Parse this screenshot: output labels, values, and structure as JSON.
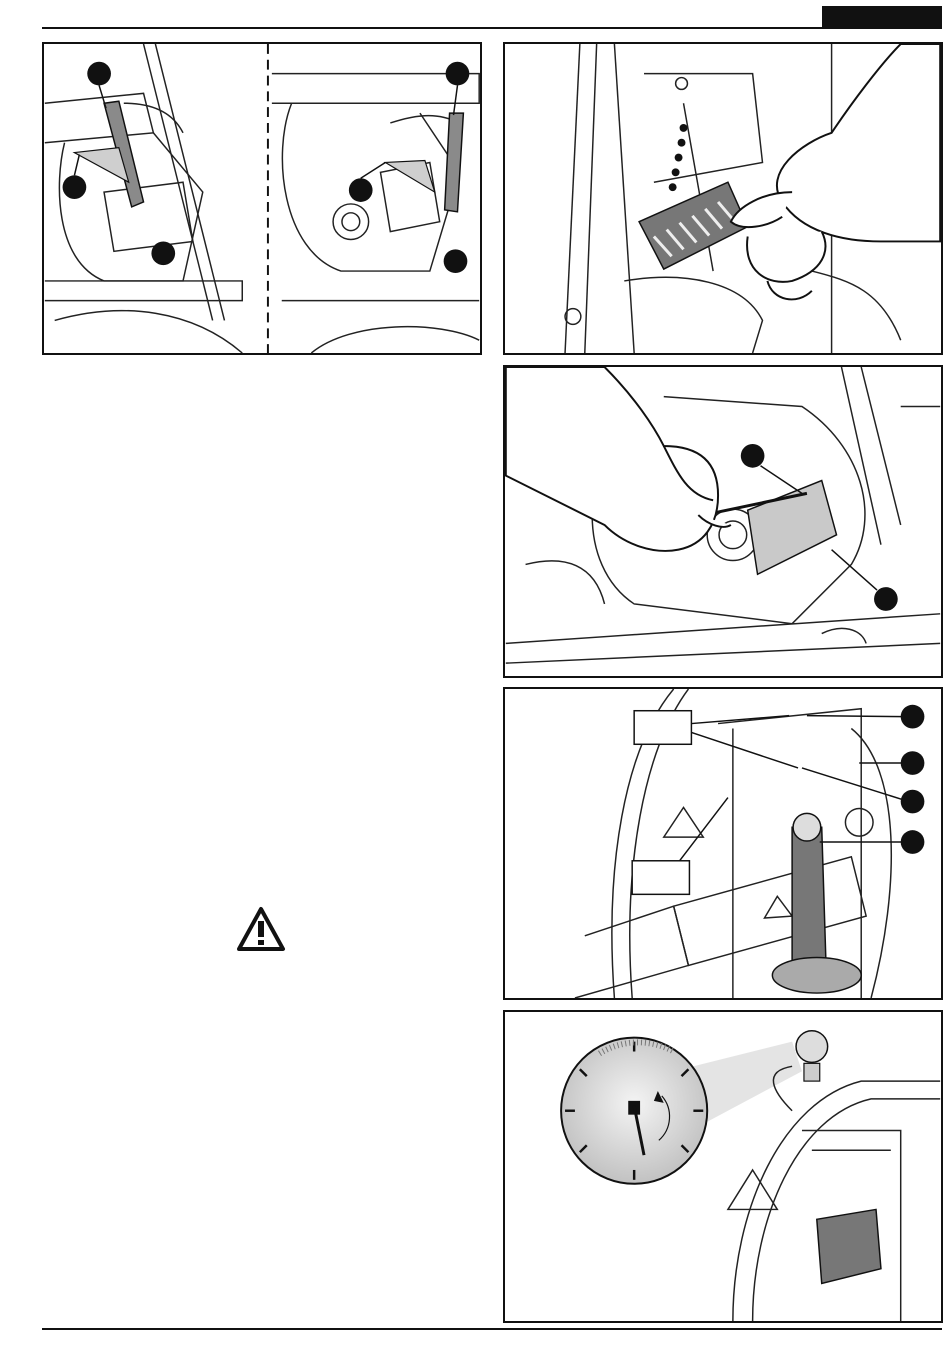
{
  "page": {
    "header_tab_color": "#111111",
    "line_color": "#111111"
  },
  "figures": [
    {
      "name": "scale-lever-detail",
      "callouts": 6,
      "icons": [
        "lever",
        "scale",
        "callout-dot"
      ]
    },
    {
      "name": "hand-with-tray",
      "callouts": 0
    },
    {
      "name": "hand-with-wrench",
      "callouts": 2
    },
    {
      "name": "blower-belt-adjust",
      "callouts": 4,
      "label_boxes": 2
    },
    {
      "name": "pressure-gauge",
      "callouts": 0
    }
  ],
  "warning": {
    "icon": "warning-triangle-icon"
  }
}
